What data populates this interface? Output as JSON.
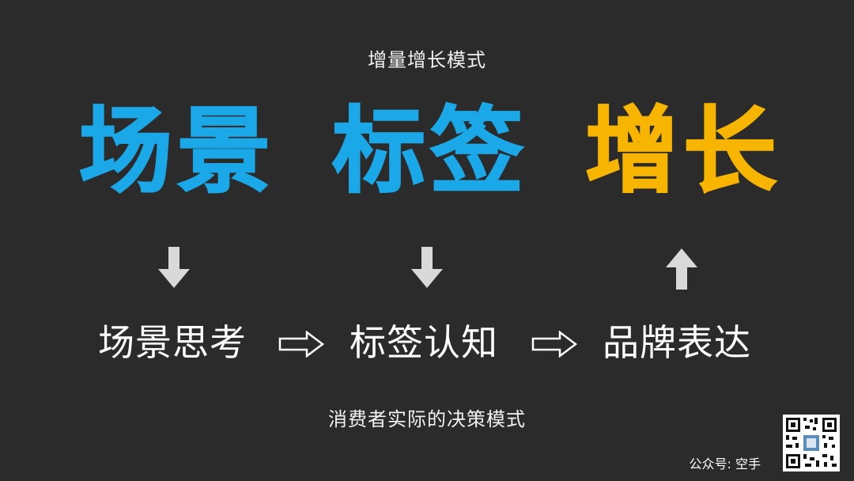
{
  "top_title": "增量增长模式",
  "big_words": [
    {
      "text": "场景",
      "color": "#1aa8e8"
    },
    {
      "text": "标签",
      "color": "#1aa8e8"
    },
    {
      "text": "增长",
      "color": "#f7b500"
    }
  ],
  "vertical_arrows": [
    {
      "direction": "down",
      "icon": "arrow-down-icon",
      "color": "#d9d9d9"
    },
    {
      "direction": "down",
      "icon": "arrow-down-icon",
      "color": "#d9d9d9"
    },
    {
      "direction": "up",
      "icon": "arrow-up-icon",
      "color": "#d9d9d9"
    }
  ],
  "steps": [
    "场景思考",
    "标签认知",
    "品牌表达"
  ],
  "flow_arrow_icon": "hollow-right-arrow-icon",
  "bottom_caption": "消费者实际的决策模式",
  "watermark": "公众号: 空手",
  "qr_icon": "qr-code-icon"
}
